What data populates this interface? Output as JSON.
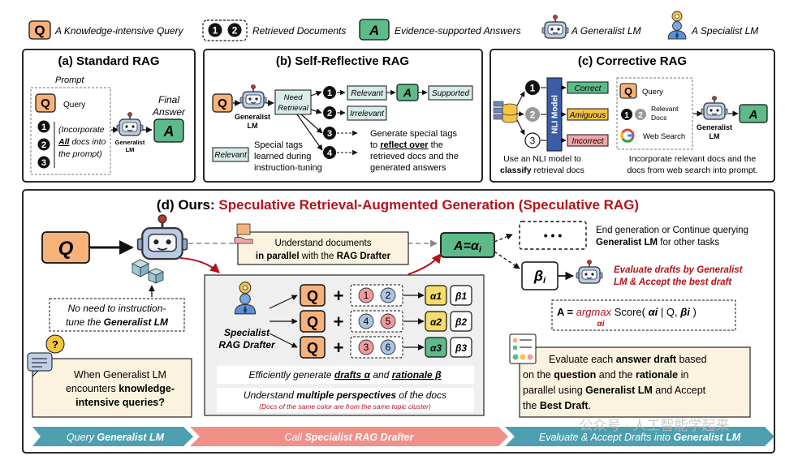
{
  "legend": {
    "q_glyph": "Q",
    "query_label": "A Knowledge-intensive Query",
    "doc1": "1",
    "doc2": "2",
    "retrieved_label": "Retrieved Documents",
    "a_glyph": "A",
    "answers_label": "Evidence-supported Answers",
    "generalist_label": "A Generalist LM",
    "specialist_label": "A Specialist LM"
  },
  "panel_a": {
    "title": "(a) Standard RAG",
    "prompt_label": "Prompt",
    "query_label": "Query",
    "incorporate_1": "(Incorporate",
    "incorporate_all": "All",
    "incorporate_2": " docs into",
    "incorporate_3": "the prompt)",
    "lm_label_1": "Generalist",
    "lm_label_2": "LM",
    "final_1": "Final",
    "final_2": "Answer",
    "doc_nums": [
      "1",
      "2",
      "3"
    ]
  },
  "panel_b": {
    "title": "(b) Self-Reflective RAG",
    "need_1": "Need",
    "need_2": "Retrieval",
    "relevant": "Relevant",
    "supported": "Supported",
    "irrelevant": "Irrelevant",
    "lm_1": "Generalist",
    "lm_2": "LM",
    "relevant_tag": "Relevant",
    "special_1": "Special tags",
    "special_2": "learned during",
    "special_3": "instruction-tuning",
    "gen_1": "Generate special tags",
    "gen_2a": "to ",
    "gen_2b": "reflect over",
    "gen_2c": " the",
    "gen_3": "retrieved docs and the",
    "gen_4": "generated answers",
    "doc_nums": [
      "1",
      "2",
      "3",
      "4"
    ]
  },
  "panel_c": {
    "title": "(c) Corrective RAG",
    "nli": "NLI Model",
    "correct": "Correct",
    "amiguous": "Amiguous",
    "incorrect": "Incorrect",
    "query_label": "Query",
    "relevant_1": "Relevant",
    "relevant_2": "Docs",
    "web_search": "Web Search",
    "lm_1": "Generalist",
    "lm_2": "LM",
    "cap_1a": "Use an NLI model to",
    "cap_2a": "classify",
    "cap_2b": " retrieval docs",
    "cap_3": "Incorporate relevant docs and the",
    "cap_4": "docs from web search into prompt.",
    "doc_nums": [
      "1",
      "2",
      "3"
    ]
  },
  "panel_d": {
    "title_prefix": "(d) Ours: ",
    "title_main": "Speculative Retrieval-Augmented Generation (Speculative RAG)",
    "understand_1": "Understand documents",
    "understand_2a": "in parallel",
    "understand_2b": " with the ",
    "understand_2c": "RAG Drafter",
    "answer_eq": "A=α",
    "answer_sub": "i",
    "dots": "• • •",
    "end_1": "End generation or Continue querying",
    "end_2a": "Generalist LM",
    "end_2b": " for other tasks",
    "beta": "β",
    "beta_sub": "i",
    "eval_1": "Evaluate drafts by Generalist",
    "eval_2": "LM & Accept the best draft",
    "formula_a": "A = ",
    "formula_argmax": "argmax",
    "formula_sub": "αi",
    "formula_b": " Score( ",
    "formula_c": "αi",
    "formula_d": " | Q, ",
    "formula_e": "βi",
    "formula_f": " )",
    "no_need_1": "No need to instruction-",
    "no_need_2a": "tune the ",
    "no_need_2b": "Generalist LM",
    "when_1": "When Generalist LM",
    "when_2a": "encounters ",
    "when_2b": "knowledge-",
    "when_3": "intensive queries?",
    "specialist_1": "Specialist",
    "specialist_2": "RAG Drafter",
    "rows": [
      {
        "d1": "1",
        "d2": "2",
        "alpha": "α1",
        "beta": "β1"
      },
      {
        "d1": "4",
        "d2": "5",
        "alpha": "α2",
        "beta": "β2"
      },
      {
        "d1": "3",
        "d2": "6",
        "alpha": "α3",
        "beta": "β3"
      }
    ],
    "efficient_a": "Efficiently generate ",
    "efficient_b": "drafts α",
    "efficient_c": " and ",
    "efficient_d": "rationale β",
    "multi_a": "Understand ",
    "multi_b": "multiple perspectives",
    "multi_c": " of the docs",
    "multi_note": "(Docs of the same color are from the same topic cluster)",
    "evalbox_1a": "Evaluate each ",
    "evalbox_1b": "answer draft",
    "evalbox_1c": " based",
    "evalbox_2a": "on the ",
    "evalbox_2b": "question",
    "evalbox_2c": " and the ",
    "evalbox_2d": "rationale",
    "evalbox_2e": " in",
    "evalbox_3a": "parallel using ",
    "evalbox_3b": "Generalist LM",
    "evalbox_3c": " and Accept",
    "evalbox_4a": "the ",
    "evalbox_4b": "Best Draft",
    "evalbox_4c": ".",
    "stage1_a": "Query ",
    "stage1_b": "Generalist LM",
    "stage2_a": "Call ",
    "stage2_b": "Specialist RAG Drafter",
    "stage3_a": "Evaluate & Accept Drafts into ",
    "stage3_b": "Generalist LM",
    "watermark": "公众号 · 人工智能学起来"
  },
  "colors": {
    "orange": "#f7b27a",
    "green": "#5dbb8a",
    "red_title": "#b5121b",
    "teal_bar": "#4e9fb0",
    "salmon_bar": "#f09088",
    "blue_doc": "#a9c4e6",
    "red_doc": "#f29b9b",
    "yellow_alpha": "#f6dc6a",
    "green_alpha": "#5dbb8a"
  }
}
